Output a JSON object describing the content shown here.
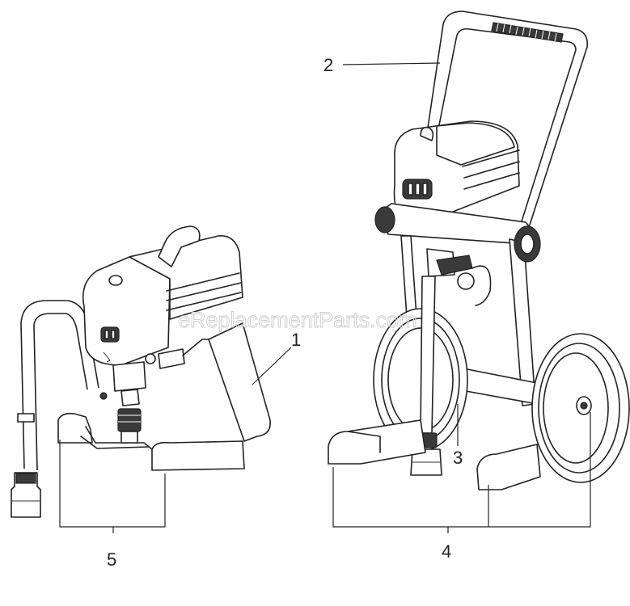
{
  "watermark": "eReplacementParts.com",
  "callouts": [
    {
      "id": "1",
      "label": "1"
    },
    {
      "id": "2",
      "label": "2"
    },
    {
      "id": "3",
      "label": "3"
    },
    {
      "id": "4",
      "label": "4"
    },
    {
      "id": "5",
      "label": "5"
    }
  ],
  "colors": {
    "line": "#222222",
    "background": "#ffffff",
    "dark_fill": "#3a3a3a",
    "watermark": "#cfcfcf"
  }
}
